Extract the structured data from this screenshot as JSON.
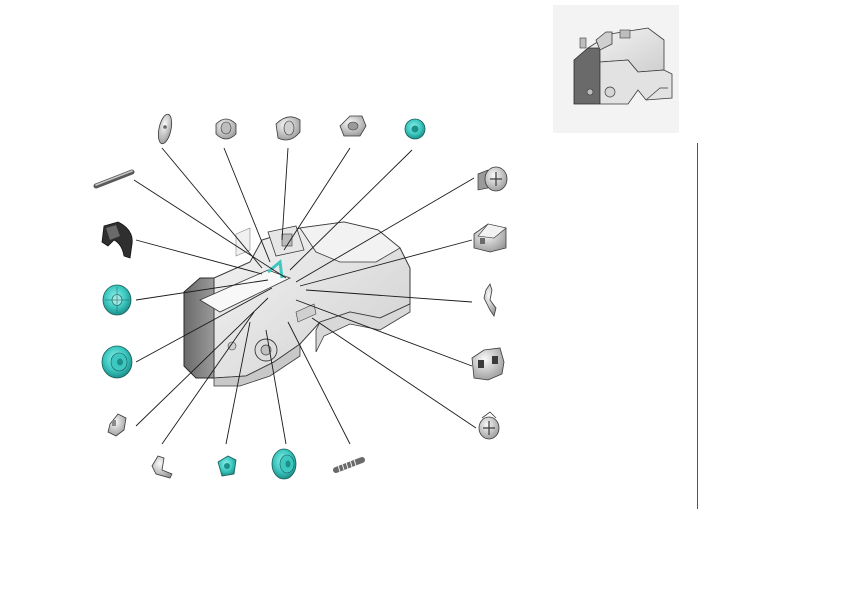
{
  "view": {
    "title": "",
    "kind": "exploded-assembly-view"
  },
  "thumbnail": {
    "name": "assembled-unit-preview",
    "background": "#f3f3f3"
  },
  "colors": {
    "highlight_part": "#3cc8c0",
    "housing": "#e9e9e9",
    "outline": "#3a3a3a",
    "leader_line": "#1a1a1a",
    "divider": "#555555"
  },
  "parts": [
    {
      "id": "leaf-spring-top",
      "highlighted": false
    },
    {
      "id": "small-cap",
      "highlighted": false
    },
    {
      "id": "round-cap",
      "highlighted": false
    },
    {
      "id": "latch-clip",
      "highlighted": false
    },
    {
      "id": "teal-bushing-top",
      "highlighted": true
    },
    {
      "id": "pin-rod",
      "highlighted": false
    },
    {
      "id": "c-bracket",
      "highlighted": false
    },
    {
      "id": "teal-gear-left",
      "highlighted": true
    },
    {
      "id": "teal-pulley-left",
      "highlighted": true
    },
    {
      "id": "small-hinge",
      "highlighted": false
    },
    {
      "id": "lever-arm",
      "highlighted": false
    },
    {
      "id": "teal-knob",
      "highlighted": true
    },
    {
      "id": "teal-roller",
      "highlighted": true
    },
    {
      "id": "coil-spring",
      "highlighted": false
    },
    {
      "id": "phillips-screw-top",
      "highlighted": false
    },
    {
      "id": "cover-plate",
      "highlighted": false
    },
    {
      "id": "wire-clip",
      "highlighted": false
    },
    {
      "id": "mount-bracket",
      "highlighted": false
    },
    {
      "id": "phillips-screw-bottom",
      "highlighted": false
    }
  ]
}
